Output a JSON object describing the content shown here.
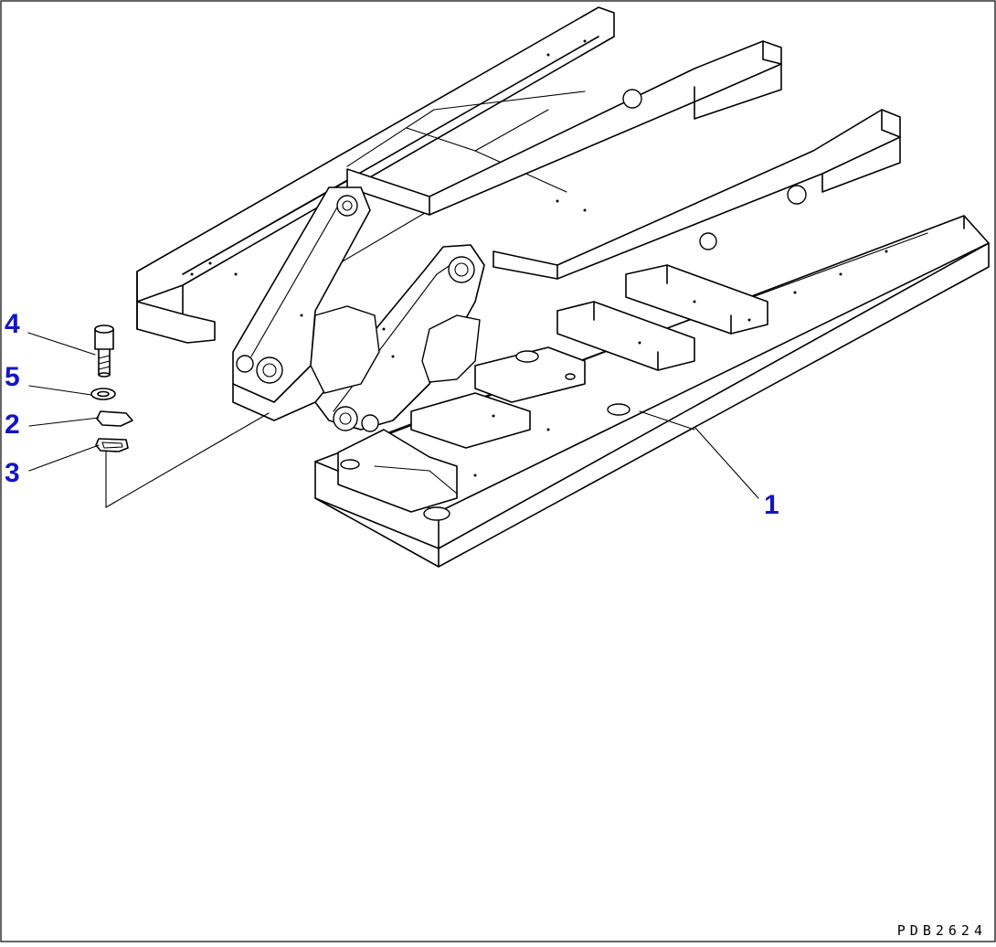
{
  "drawing_code": "PDB2624",
  "accent_color": "#1414c8",
  "callouts": [
    {
      "id": "1",
      "label": "1"
    },
    {
      "id": "2",
      "label": "2"
    },
    {
      "id": "3",
      "label": "3"
    },
    {
      "id": "4",
      "label": "4"
    },
    {
      "id": "5",
      "label": "5"
    }
  ]
}
